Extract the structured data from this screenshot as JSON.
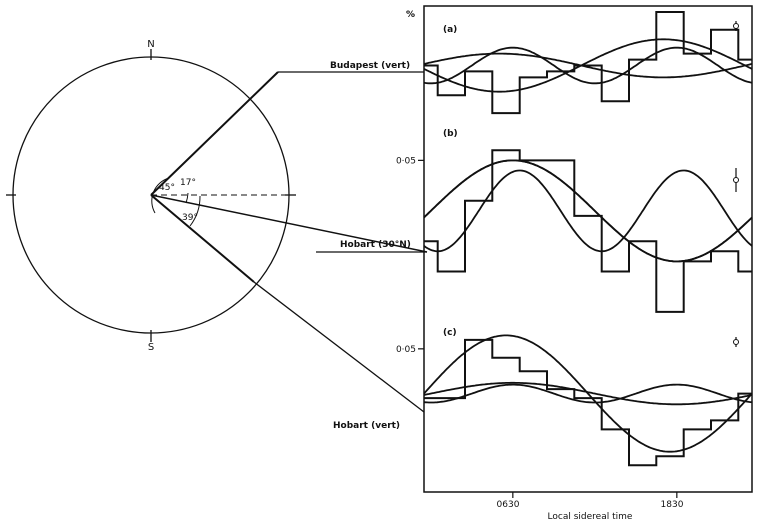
{
  "figure": {
    "compass": {
      "north": "N",
      "south": "S"
    },
    "angles": [
      "45°",
      "17°",
      "39°"
    ],
    "stations": [
      "Budapest (vert)",
      "Hobart (30°N)",
      "Hobart (vert)"
    ],
    "percent_symbol": "%",
    "x_axis": {
      "label": "Local sidereal time",
      "ticks": [
        "0630",
        "1830"
      ]
    }
  },
  "chart_data": [
    {
      "type": "line",
      "panel": "(a)",
      "ytick": "",
      "x_range": [
        0,
        24
      ],
      "y_range": [
        -0.05,
        0.05
      ],
      "histogram": {
        "edges": [
          0,
          1,
          3,
          5,
          7,
          9,
          11,
          13,
          15,
          17,
          19,
          21,
          23,
          24
        ],
        "values": [
          0.0,
          -0.025,
          -0.005,
          -0.04,
          -0.01,
          -0.005,
          0.0,
          -0.03,
          0.005,
          0.045,
          0.01,
          0.03,
          0.005
        ]
      },
      "curves": [
        {
          "amplitude": 0.01,
          "phase_hours": 5.5
        },
        {
          "amplitude": 0.015,
          "phase_hours": 18.5
        },
        {
          "amplitude": 0.022,
          "phase_hours": 17.5,
          "harmonic": 1
        }
      ]
    },
    {
      "type": "line",
      "panel": "(b)",
      "ytick": "0·05",
      "x_range": [
        0,
        24
      ],
      "y_range": [
        -0.11,
        0.085
      ],
      "histogram": {
        "edges": [
          0,
          1,
          3,
          5,
          7,
          9,
          11,
          13,
          15,
          17,
          19,
          21,
          23,
          24
        ],
        "values": [
          -0.03,
          -0.06,
          0.01,
          0.06,
          0.05,
          0.05,
          -0.005,
          -0.06,
          -0.03,
          -0.1,
          -0.05,
          -0.04,
          -0.06
        ]
      },
      "curves": [
        {
          "amplitude": 0.05,
          "phase_hours": 6.5
        },
        {
          "amplitude": 0.04,
          "phase_hours": 7.0,
          "harmonic": 2
        },
        {
          "amplitude": 0.05,
          "phase_hours": 6.5,
          "harmonic": 1
        }
      ]
    },
    {
      "type": "line",
      "panel": "(c)",
      "ytick": "0·05",
      "x_range": [
        0,
        24
      ],
      "y_range": [
        -0.11,
        0.08
      ],
      "histogram": {
        "edges": [
          0,
          1,
          3,
          5,
          7,
          9,
          11,
          13,
          15,
          17,
          19,
          21,
          23,
          24
        ],
        "values": [
          -0.005,
          -0.005,
          0.06,
          0.04,
          0.025,
          0.005,
          -0.005,
          -0.04,
          -0.08,
          -0.07,
          -0.04,
          -0.03,
          0.0
        ]
      },
      "curves": [
        {
          "amplitude": 0.012,
          "phase_hours": 6.5
        },
        {
          "amplitude": 0.065,
          "phase_hours": 6.0,
          "harmonic": 1
        },
        {
          "amplitude": 0.01,
          "phase_hours": 18.5
        }
      ]
    }
  ]
}
